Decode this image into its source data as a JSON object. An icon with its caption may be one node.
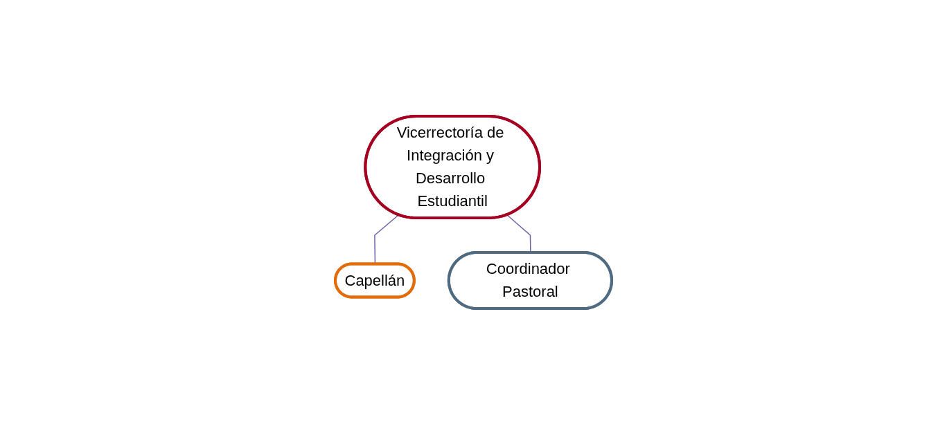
{
  "diagram": {
    "nodes": [
      {
        "text": [
          "Vicerrectoría de Integración y Desarrollo Estudiantil"
        ]
      },
      {
        "text": [
          "Capellán"
        ]
      },
      {
        "text": [
          "Coordinador Pastoral"
        ]
      }
    ],
    "edges": [
      {
        "from": 0,
        "to": 1,
        "arrow": "none"
      },
      {
        "from": 0,
        "to": 2,
        "arrow": "none"
      }
    ]
  }
}
